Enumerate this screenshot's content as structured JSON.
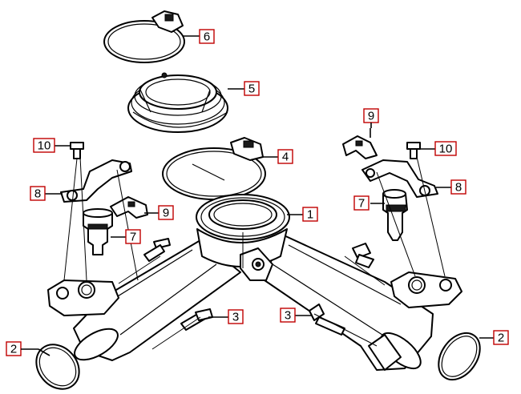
{
  "callouts": [
    {
      "id": "c1",
      "label": "1"
    },
    {
      "id": "c2-left",
      "label": "2"
    },
    {
      "id": "c2-right",
      "label": "2"
    },
    {
      "id": "c3-left",
      "label": "3"
    },
    {
      "id": "c3-right",
      "label": "3"
    },
    {
      "id": "c4",
      "label": "4"
    },
    {
      "id": "c5",
      "label": "5"
    },
    {
      "id": "c6",
      "label": "6"
    },
    {
      "id": "c7-left",
      "label": "7"
    },
    {
      "id": "c7-right",
      "label": "7"
    },
    {
      "id": "c8-left",
      "label": "8"
    },
    {
      "id": "c8-right",
      "label": "8"
    },
    {
      "id": "c9-left",
      "label": "9"
    },
    {
      "id": "c9-right",
      "label": "9"
    },
    {
      "id": "c10-left",
      "label": "10"
    },
    {
      "id": "c10-right",
      "label": "10"
    }
  ],
  "colors": {
    "callout_border": "#c00000",
    "line": "#000000",
    "background": "#ffffff"
  }
}
